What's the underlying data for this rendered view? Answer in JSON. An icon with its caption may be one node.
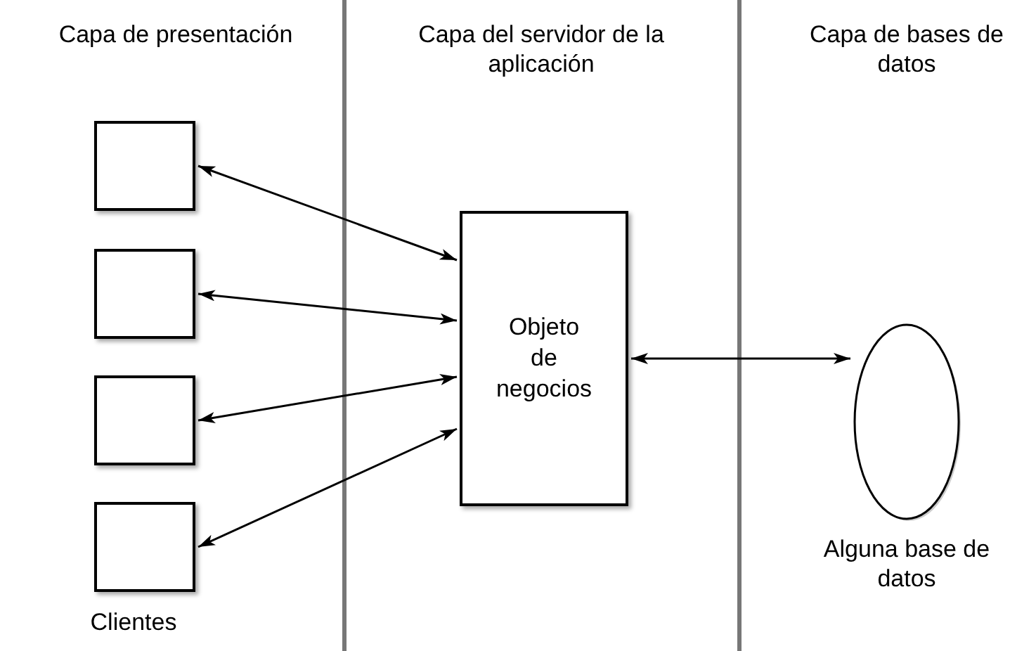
{
  "diagram": {
    "nodes": [
      {
        "text": [],
        "shape": "box"
      },
      {
        "text": [],
        "shape": "box"
      },
      {
        "text": [],
        "shape": "box"
      },
      {
        "text": [],
        "shape": "box"
      },
      {
        "text": [
          "Objeto de negocios"
        ]
      },
      {
        "text": [],
        "shape": "ellipse",
        "beside": [
          "Alguna base de datos"
        ]
      }
    ],
    "edges": [
      {
        "from": 0,
        "to": 4,
        "arrow": "both"
      },
      {
        "from": 1,
        "to": 4,
        "arrow": "both"
      },
      {
        "from": 2,
        "to": 4,
        "arrow": "both"
      },
      {
        "from": 3,
        "to": 4,
        "arrow": "both"
      },
      {
        "from": 4,
        "to": 5,
        "arrow": "both"
      }
    ],
    "labels": [
      "Capa de presentación",
      "Capa del servidor de la aplicación",
      "Capa de bases de datos",
      "Clientes"
    ]
  }
}
